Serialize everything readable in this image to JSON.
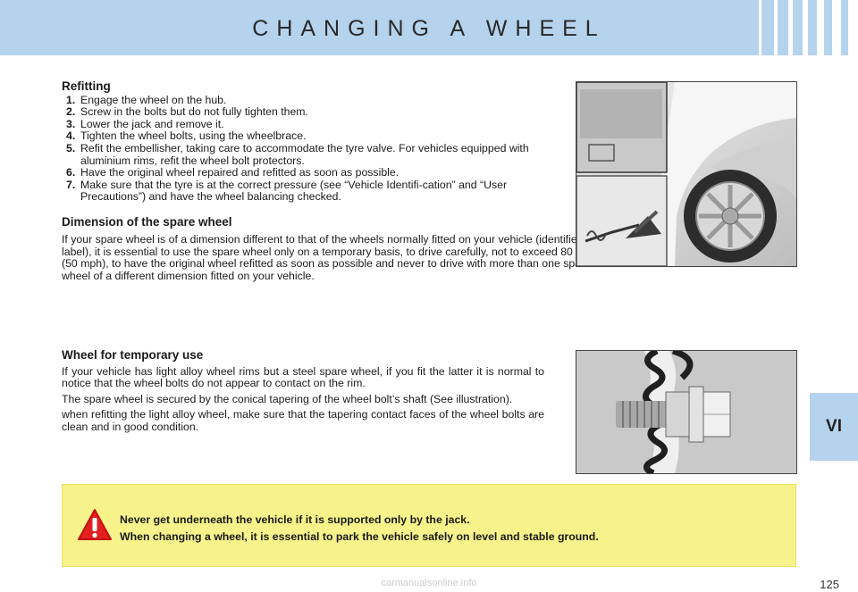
{
  "header": {
    "title": "CHANGING A WHEEL"
  },
  "chapter_tab": "VI",
  "refitting": {
    "heading": "Refitting",
    "steps": [
      {
        "num": "1.",
        "text": "Engage the wheel on the hub."
      },
      {
        "num": "2.",
        "text": "Screw in the bolts but do not fully tighten them."
      },
      {
        "num": "3.",
        "text": "Lower the jack and remove it."
      },
      {
        "num": "4.",
        "text": "Tighten the wheel bolts, using the wheelbrace."
      },
      {
        "num": "5.",
        "text": "Refit the embellisher, taking care to accommodate the tyre valve. For vehicles equipped with aluminium rims, refit the wheel bolt protectors."
      },
      {
        "num": "6.",
        "text": "Have the original wheel repaired and refitted as soon as possible."
      },
      {
        "num": "7.",
        "text": "Make sure that the tyre is at the correct pressure (see “Vehicle Identifi-cation” and “User Precautions”) and have the wheel balancing checked."
      }
    ]
  },
  "spare_dimension": {
    "heading": "Dimension of the spare wheel",
    "body": "If your spare wheel is of a dimension different to that of the wheels normally fitted on your vehicle (identified by a label), it is essential to use the spare wheel only on a temporary basis, to drive carefully, not to exceed 80 km/h (50 mph), to have the original wheel refitted as soon as possible and never to drive with more than one spare wheel of a different dimension fitted on your vehicle."
  },
  "temporary_use": {
    "heading": "Wheel for temporary use",
    "paragraphs": [
      "If your vehicle has light alloy wheel rims but a steel spare wheel, if you fit the latter it is normal to notice that the wheel bolts do not appear to contact on the rim.",
      "The spare wheel is secured by the conical tapering of the wheel bolt’s shaft (See illustration).",
      "when refitting the light alloy wheel, make sure that the tapering contact faces of the wheel bolts are clean and in good condition."
    ]
  },
  "warning": {
    "line1": "Never get underneath the vehicle if it is supported only by the jack.",
    "line2": "When changing a wheel, it is essential to park the vehicle safely on level and stable ground."
  },
  "page_number": "125",
  "watermark": "carmanualsonline.info",
  "colors": {
    "header": "#b5d3ec",
    "warning_bg": "#f7f28a",
    "warning_icon": "#e02020"
  }
}
